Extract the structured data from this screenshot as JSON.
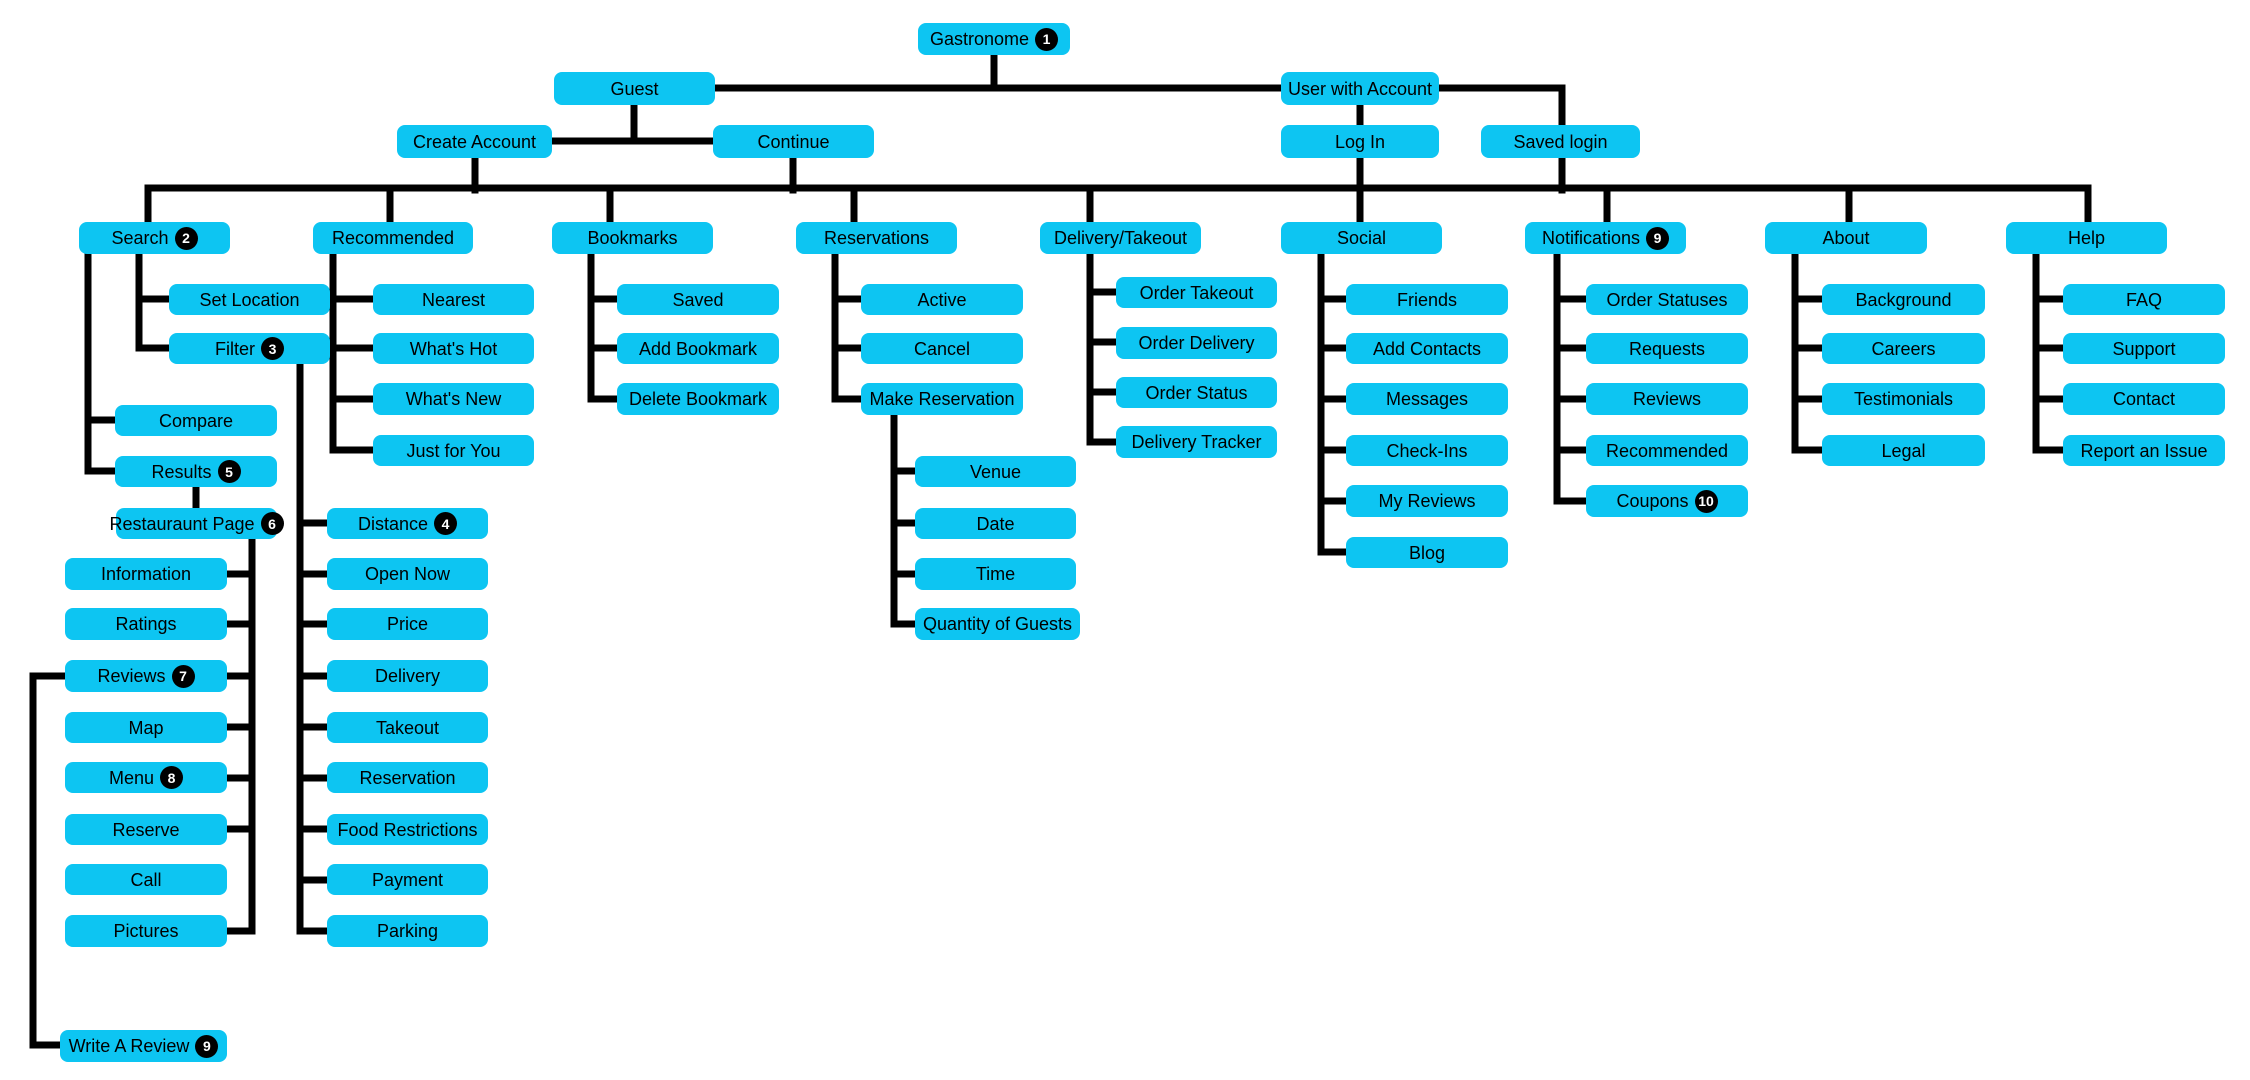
{
  "diagram": {
    "node_color": "#0dc5f2",
    "line_color": "#000000",
    "badge_bg_color": "#000000",
    "badge_text_color": "#ffffff",
    "nodes": [
      {
        "id": "gastronome",
        "label": "Gastronome",
        "badge": "1"
      },
      {
        "id": "guest",
        "label": "Guest",
        "badge": null
      },
      {
        "id": "user-with-account",
        "label": "User with Account",
        "badge": null
      },
      {
        "id": "create-account",
        "label": "Create Account",
        "badge": null
      },
      {
        "id": "continue",
        "label": "Continue",
        "badge": null
      },
      {
        "id": "log-in",
        "label": "Log In",
        "badge": null
      },
      {
        "id": "saved-login",
        "label": "Saved login",
        "badge": null
      },
      {
        "id": "search",
        "label": "Search",
        "badge": "2"
      },
      {
        "id": "set-location",
        "label": "Set Location",
        "badge": null
      },
      {
        "id": "filter",
        "label": "Filter",
        "badge": "3"
      },
      {
        "id": "compare",
        "label": "Compare",
        "badge": null
      },
      {
        "id": "results",
        "label": "Results",
        "badge": "5"
      },
      {
        "id": "restauraunt-page",
        "label": "Restauraunt Page",
        "badge": "6"
      },
      {
        "id": "information",
        "label": "Information",
        "badge": null
      },
      {
        "id": "ratings",
        "label": "Ratings",
        "badge": null
      },
      {
        "id": "reviews-restaurant",
        "label": "Reviews",
        "badge": "7"
      },
      {
        "id": "map",
        "label": "Map",
        "badge": null
      },
      {
        "id": "menu",
        "label": "Menu",
        "badge": "8"
      },
      {
        "id": "reserve",
        "label": "Reserve",
        "badge": null
      },
      {
        "id": "call",
        "label": "Call",
        "badge": null
      },
      {
        "id": "pictures",
        "label": "Pictures",
        "badge": null
      },
      {
        "id": "write-a-review",
        "label": "Write A Review",
        "badge": "9"
      },
      {
        "id": "recommended-main",
        "label": "Recommended",
        "badge": null
      },
      {
        "id": "nearest",
        "label": "Nearest",
        "badge": null
      },
      {
        "id": "whats-hot",
        "label": "What's Hot",
        "badge": null
      },
      {
        "id": "whats-new",
        "label": "What's New",
        "badge": null
      },
      {
        "id": "just-for-you",
        "label": "Just for You",
        "badge": null
      },
      {
        "id": "distance",
        "label": "Distance",
        "badge": "4"
      },
      {
        "id": "open-now",
        "label": "Open Now",
        "badge": null
      },
      {
        "id": "price",
        "label": "Price",
        "badge": null
      },
      {
        "id": "delivery",
        "label": "Delivery",
        "badge": null
      },
      {
        "id": "takeout",
        "label": "Takeout",
        "badge": null
      },
      {
        "id": "reservation",
        "label": "Reservation",
        "badge": null
      },
      {
        "id": "food-restrictions",
        "label": "Food Restrictions",
        "badge": null
      },
      {
        "id": "payment",
        "label": "Payment",
        "badge": null
      },
      {
        "id": "parking",
        "label": "Parking",
        "badge": null
      },
      {
        "id": "bookmarks",
        "label": "Bookmarks",
        "badge": null
      },
      {
        "id": "saved",
        "label": "Saved",
        "badge": null
      },
      {
        "id": "add-bookmark",
        "label": "Add Bookmark",
        "badge": null
      },
      {
        "id": "delete-bookmark",
        "label": "Delete Bookmark",
        "badge": null
      },
      {
        "id": "reservations",
        "label": "Reservations",
        "badge": null
      },
      {
        "id": "active",
        "label": "Active",
        "badge": null
      },
      {
        "id": "cancel",
        "label": "Cancel",
        "badge": null
      },
      {
        "id": "make-reservation",
        "label": "Make Reservation",
        "badge": null
      },
      {
        "id": "venue",
        "label": "Venue",
        "badge": null
      },
      {
        "id": "date",
        "label": "Date",
        "badge": null
      },
      {
        "id": "time",
        "label": "Time",
        "badge": null
      },
      {
        "id": "quantity-of-guests",
        "label": "Quantity of Guests",
        "badge": null
      },
      {
        "id": "delivery-takeout",
        "label": "Delivery/Takeout",
        "badge": null
      },
      {
        "id": "order-takeout",
        "label": "Order Takeout",
        "badge": null
      },
      {
        "id": "order-delivery",
        "label": "Order Delivery",
        "badge": null
      },
      {
        "id": "order-status",
        "label": "Order Status",
        "badge": null
      },
      {
        "id": "delivery-tracker",
        "label": "Delivery Tracker",
        "badge": null
      },
      {
        "id": "social",
        "label": "Social",
        "badge": null
      },
      {
        "id": "friends",
        "label": "Friends",
        "badge": null
      },
      {
        "id": "add-contacts",
        "label": "Add Contacts",
        "badge": null
      },
      {
        "id": "messages",
        "label": "Messages",
        "badge": null
      },
      {
        "id": "check-ins",
        "label": "Check-Ins",
        "badge": null
      },
      {
        "id": "my-reviews",
        "label": "My Reviews",
        "badge": null
      },
      {
        "id": "blog",
        "label": "Blog",
        "badge": null
      },
      {
        "id": "notifications",
        "label": "Notifications",
        "badge": "9"
      },
      {
        "id": "order-statuses",
        "label": "Order Statuses",
        "badge": null
      },
      {
        "id": "requests",
        "label": "Requests",
        "badge": null
      },
      {
        "id": "reviews-notifications",
        "label": "Reviews",
        "badge": null
      },
      {
        "id": "recommended-notifications",
        "label": "Recommended",
        "badge": null
      },
      {
        "id": "coupons",
        "label": "Coupons",
        "badge": "10"
      },
      {
        "id": "about",
        "label": "About",
        "badge": null
      },
      {
        "id": "background",
        "label": "Background",
        "badge": null
      },
      {
        "id": "careers",
        "label": "Careers",
        "badge": null
      },
      {
        "id": "testimonials",
        "label": "Testimonials",
        "badge": null
      },
      {
        "id": "legal",
        "label": "Legal",
        "badge": null
      },
      {
        "id": "help",
        "label": "Help",
        "badge": null
      },
      {
        "id": "faq",
        "label": "FAQ",
        "badge": null
      },
      {
        "id": "support",
        "label": "Support",
        "badge": null
      },
      {
        "id": "contact",
        "label": "Contact",
        "badge": null
      },
      {
        "id": "report-an-issue",
        "label": "Report an Issue",
        "badge": null
      }
    ]
  }
}
